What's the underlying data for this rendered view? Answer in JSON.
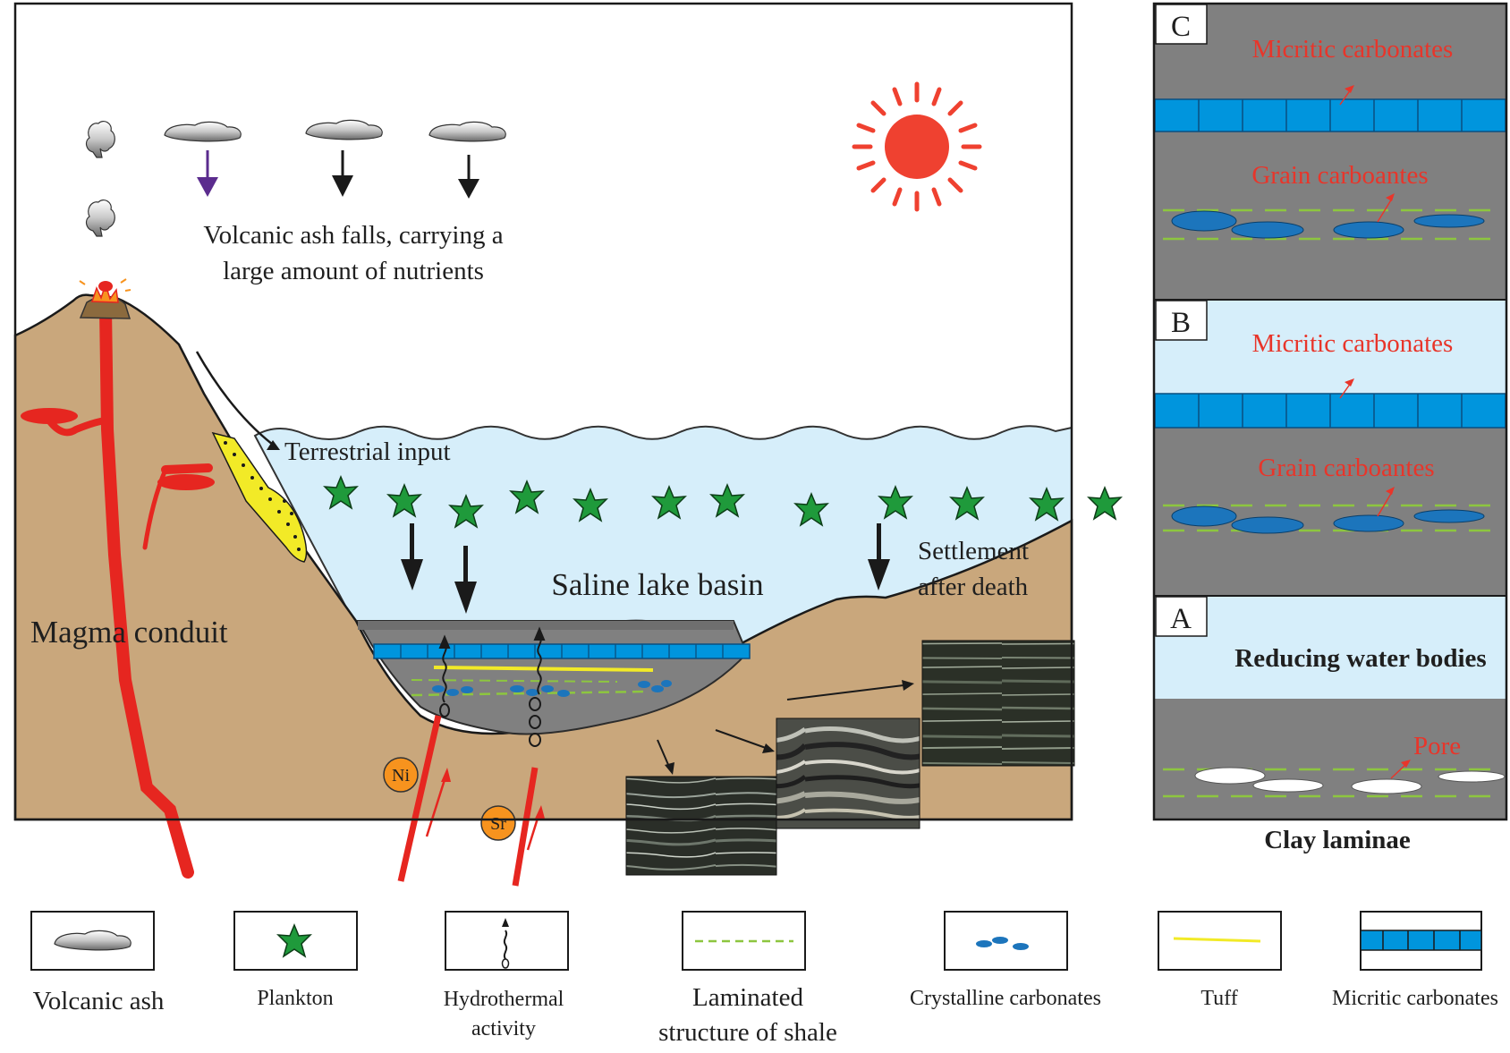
{
  "main": {
    "ash_label_line1": "Volcanic ash falls, carrying a",
    "ash_label_line2": "large amount of nutrients",
    "terrestrial_input": "Terrestrial input",
    "lake_label": "Saline lake basin",
    "settlement_line1": "Settlement",
    "settlement_line2": "after death",
    "magma_label": "Magma conduit",
    "ni": "Ni",
    "sr": "Sr"
  },
  "panels": {
    "c": {
      "letter": "C",
      "top": "Micritic carbonates",
      "bottom": "Grain carboantes"
    },
    "b": {
      "letter": "B",
      "top": "Micritic carbonates",
      "bottom": "Grain carboantes"
    },
    "a": {
      "letter": "A",
      "top": "Reducing water bodies",
      "pore": "Pore",
      "bottom": "Clay laminae"
    }
  },
  "legend": {
    "volcanic_ash": "Volcanic ash",
    "plankton": "Plankton",
    "hydro_line1": "Hydrothermal",
    "hydro_line2": "activity",
    "laminated_line1": "Laminated",
    "laminated_line2": "structure of shale",
    "crystalline": "Crystalline carbonates",
    "tuff": "Tuff",
    "micritic": "Micritic carbonates"
  },
  "colors": {
    "sky": "#ffffff",
    "water": "#d6eefa",
    "land": "#c9a77c",
    "magma": "#e62620",
    "sun": "#ef4130",
    "plankton": "#1f9a3b",
    "micrite": "#0095dd",
    "shale_gray": "#808080",
    "label_red": "#e8352a",
    "tuff": "#f2ea27",
    "lamina_green": "#8dc63f"
  }
}
